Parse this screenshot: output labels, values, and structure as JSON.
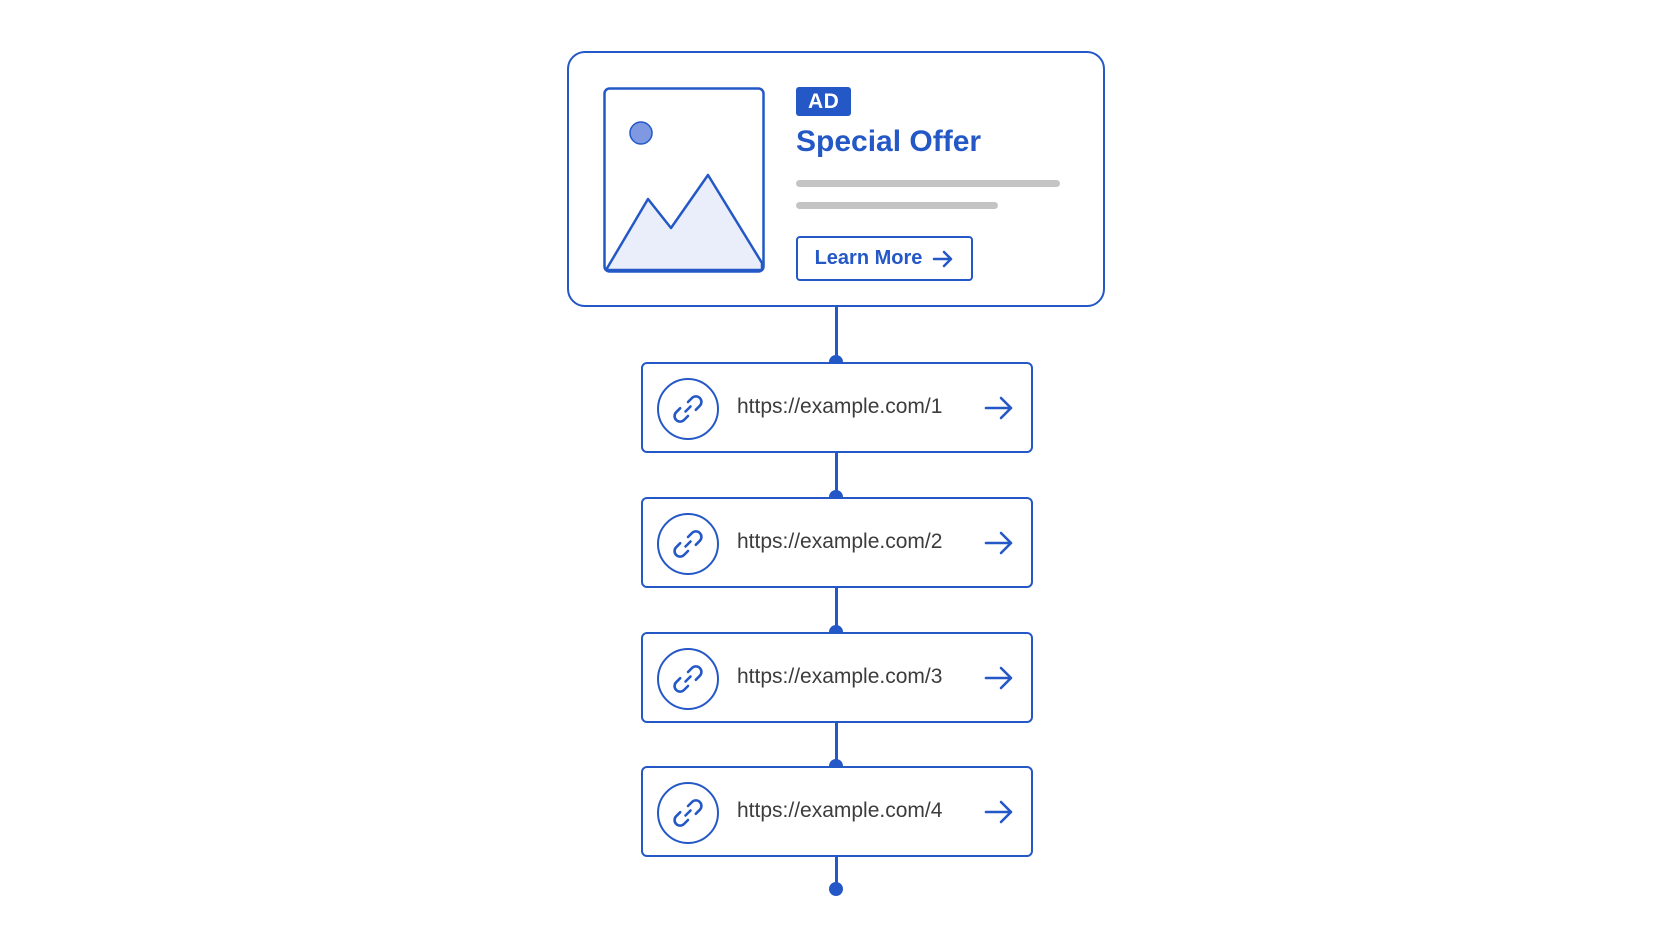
{
  "colors": {
    "accent": "#2458c6",
    "image_fill": "#e9eefa",
    "sun_fill": "#7e99e2",
    "placeholder": "#c4c4c4",
    "url_text": "#3c3c3c"
  },
  "ad": {
    "badge": "AD",
    "title": "Special Offer",
    "button_label": "Learn More",
    "image_icon": "image-placeholder-icon",
    "button_icon": "arrow-right-icon"
  },
  "links": [
    {
      "url": "https://example.com/1",
      "icon": "link-icon",
      "action_icon": "arrow-right-icon"
    },
    {
      "url": "https://example.com/2",
      "icon": "link-icon",
      "action_icon": "arrow-right-icon"
    },
    {
      "url": "https://example.com/3",
      "icon": "link-icon",
      "action_icon": "arrow-right-icon"
    },
    {
      "url": "https://example.com/4",
      "icon": "link-icon",
      "action_icon": "arrow-right-icon"
    }
  ]
}
